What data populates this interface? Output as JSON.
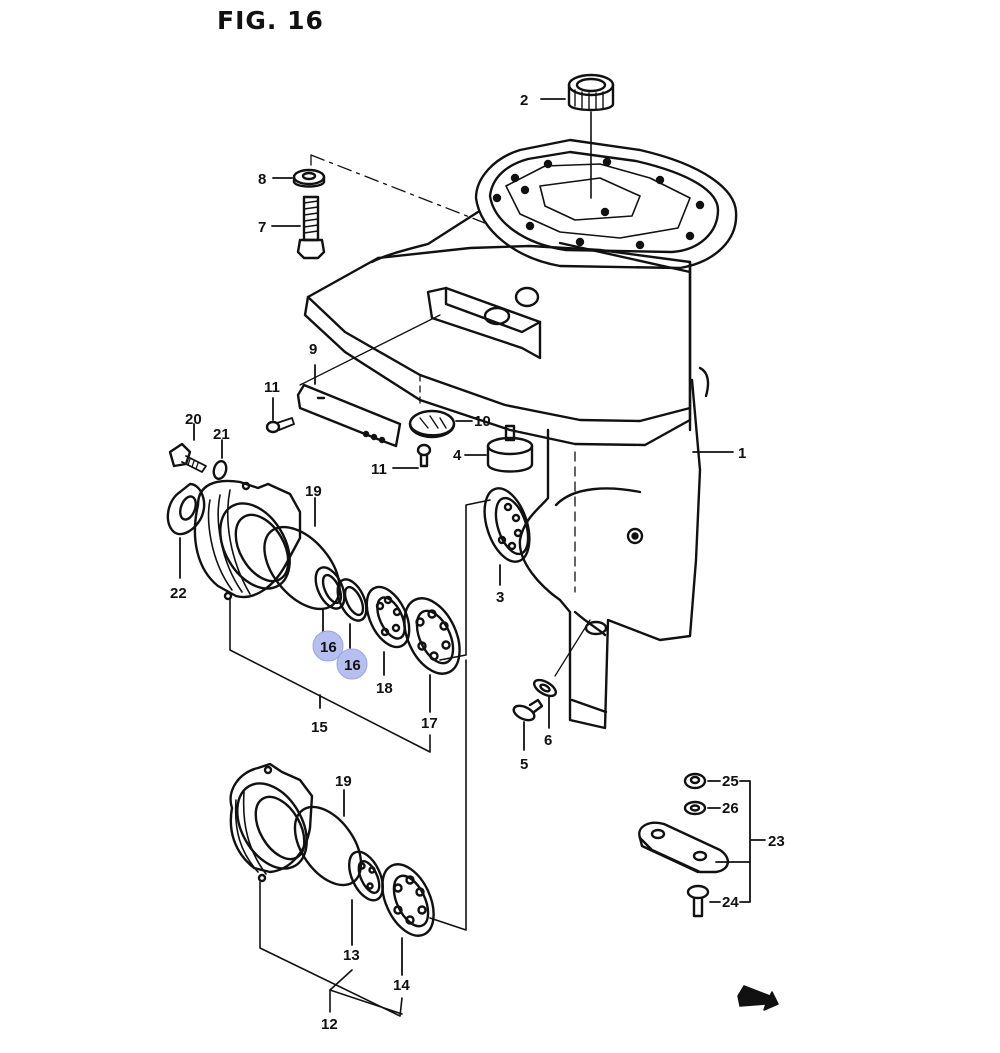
{
  "title": "FIG. 16",
  "highlight_color": "#b6bff0",
  "line_color": "#111111",
  "callouts": {
    "p1": "1",
    "p2": "2",
    "p3": "3",
    "p4": "4",
    "p5": "5",
    "p6": "6",
    "p7": "7",
    "p8": "8",
    "p9": "9",
    "p10": "10",
    "p11a": "11",
    "p11b": "11",
    "p12": "12",
    "p13": "13",
    "p14": "14",
    "p15": "15",
    "p16a": "16",
    "p16b": "16",
    "p17": "17",
    "p18": "18",
    "p19a": "19",
    "p19b": "19",
    "p20": "20",
    "p21": "21",
    "p22": "22",
    "p23": "23",
    "p24": "24",
    "p25": "25",
    "p26": "26"
  },
  "fwd_marker": "FWD"
}
